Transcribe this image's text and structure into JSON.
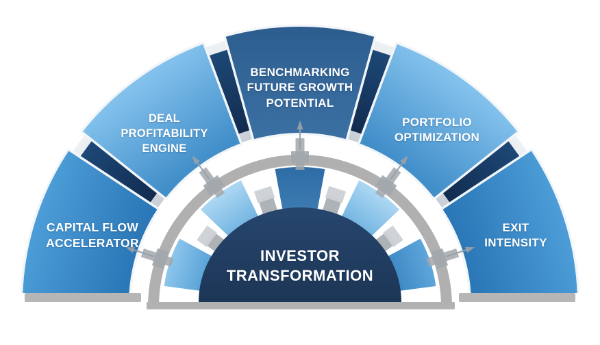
{
  "diagram": {
    "type": "semi-circular-fan",
    "center_label": {
      "label": "INVESTOR TRANSFORMATION",
      "lines": [
        "INVESTOR",
        "TRANSFORMATION"
      ]
    },
    "segments": [
      {
        "id": "capital-flow-accelerator",
        "label": "CAPITAL FLOW ACCELERATOR",
        "lines": [
          "CAPITAL FLOW",
          "ACCELERATOR"
        ],
        "angle": 162,
        "palette": "side",
        "wedge": [
          "#8ec6ec",
          "#55a0d6"
        ]
      },
      {
        "id": "deal-profitability-engine",
        "label": "DEAL PROFITABILITY ENGINE",
        "lines": [
          "DEAL",
          "PROFITABILITY",
          "ENGINE"
        ],
        "angle": 126,
        "palette": "light",
        "wedge": [
          "#aed8f3",
          "#74b5e2"
        ]
      },
      {
        "id": "benchmarking-future-growth-potential",
        "label": "BENCHMARKING FUTURE GROWTH POTENTIAL",
        "lines": [
          "BENCHMARKING",
          "FUTURE GROWTH",
          "POTENTIAL"
        ],
        "angle": 90,
        "palette": "top",
        "wedge": [
          "#2e6ca6",
          "#3c7ab1"
        ]
      },
      {
        "id": "portfolio-optimization",
        "label": "PORTFOLIO OPTIMIZATION",
        "lines": [
          "PORTFOLIO",
          "OPTIMIZATION"
        ],
        "angle": 54,
        "palette": "light",
        "wedge": [
          "#aed8f3",
          "#74b5e2"
        ]
      },
      {
        "id": "exit-intensity",
        "label": "EXIT INTENSITY",
        "lines": [
          "EXIT",
          "INTENSITY"
        ],
        "angle": 18,
        "palette": "side",
        "wedge": [
          "#5ea6da",
          "#3c87c4"
        ]
      }
    ],
    "colors": {
      "background": "#ffffff",
      "segment_rim": "#f2f6f9",
      "palettes": {
        "side": [
          "#4c9dd8",
          "#2b77b7"
        ],
        "light": [
          "#85c3ee",
          "#418ec9"
        ],
        "top": [
          "#2d5d8f",
          "#3a6fa2"
        ]
      },
      "bar_outer": "#1e4a7a",
      "bar_inner": "#10294b",
      "bar_cap_light": "#eef1f3",
      "bar_cap_dark": "#c9cfd6",
      "ring": "#9a9a9a",
      "spoke": "#a6abb0",
      "spoke_cap": "#cdd1d5",
      "pin": "#a2a7ac",
      "arrow": "#97a0a8",
      "shadow": "#a4a4a4",
      "dome_top": "#27466e",
      "dome_bottom": "#1c3656",
      "text": "#ffffff"
    }
  }
}
